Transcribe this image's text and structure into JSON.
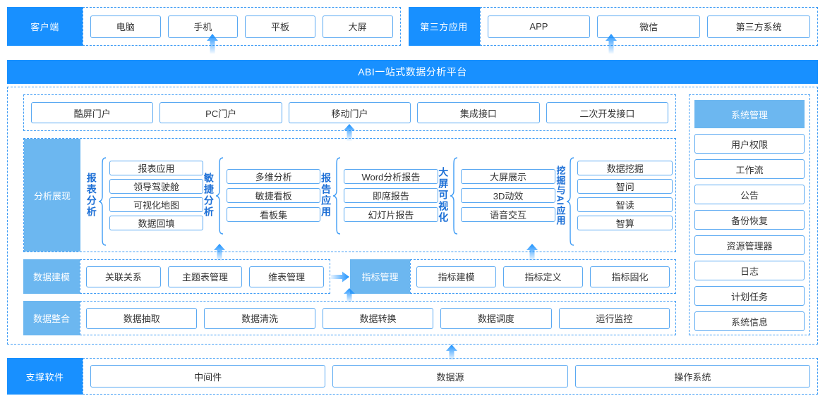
{
  "colors": {
    "primary": "#1890ff",
    "light": "#6cb7f0",
    "border": "#5aa9f2",
    "dashed": "#3f9cf5",
    "brace_text": "#1c6fd6"
  },
  "top": {
    "client": {
      "label": "客户端",
      "items": [
        "电脑",
        "手机",
        "平板",
        "大屏"
      ]
    },
    "third_party": {
      "label": "第三方应用",
      "items": [
        "APP",
        "微信",
        "第三方系统"
      ]
    }
  },
  "platform": {
    "title": "ABI一站式数据分析平台"
  },
  "portal": {
    "items": [
      "酷屏门户",
      "PC门户",
      "移动门户",
      "集成接口",
      "二次开发接口"
    ]
  },
  "analysis": {
    "label": "分析展现",
    "groups": [
      {
        "label": "报表分析",
        "items": [
          "报表应用",
          "领导驾驶舱",
          "可视化地图",
          "数据回填"
        ]
      },
      {
        "label": "敏捷分析",
        "items": [
          "多维分析",
          "敏捷看板",
          "看板集"
        ]
      },
      {
        "label": "报告应用",
        "items": [
          "Word分析报告",
          "即席报告",
          "幻灯片报告"
        ]
      },
      {
        "label": "大屏可视化",
        "items": [
          "大屏展示",
          "3D动效",
          "语音交互"
        ]
      },
      {
        "label": "挖掘与AI应用",
        "items": [
          "数据挖掘",
          "智问",
          "智读",
          "智算"
        ]
      }
    ]
  },
  "modeling": {
    "label": "数据建模",
    "items": [
      "关联关系",
      "主题表管理",
      "维表管理"
    ],
    "metric_label": "指标管理",
    "metric_items": [
      "指标建模",
      "指标定义",
      "指标固化"
    ]
  },
  "integration": {
    "label": "数据整合",
    "items": [
      "数据抽取",
      "数据清洗",
      "数据转换",
      "数据调度",
      "运行监控"
    ]
  },
  "sysmgmt": {
    "label": "系统管理",
    "items": [
      "用户权限",
      "工作流",
      "公告",
      "备份恢复",
      "资源管理器",
      "日志",
      "计划任务",
      "系统信息"
    ]
  },
  "bottom": {
    "label": "支撑软件",
    "items": [
      "中间件",
      "数据源",
      "操作系统"
    ]
  }
}
